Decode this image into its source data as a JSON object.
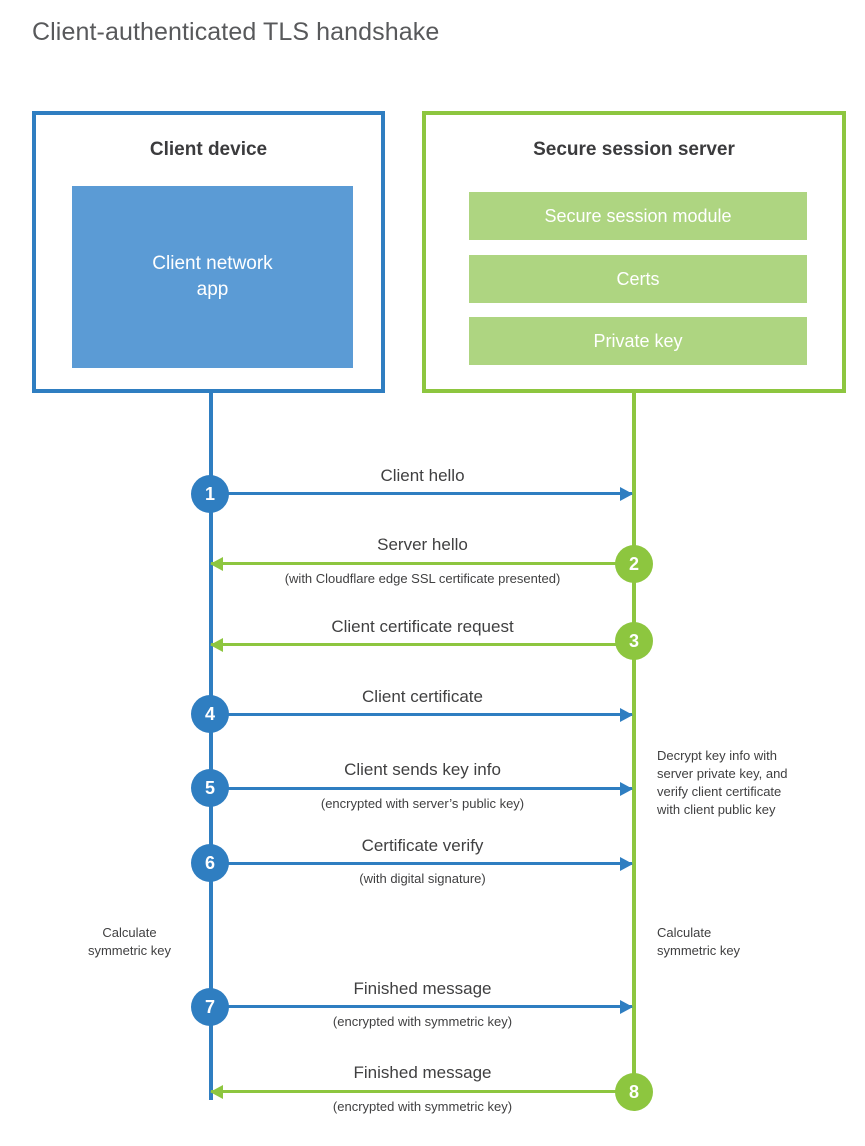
{
  "diagram": {
    "title": "Client-authenticated TLS handshake",
    "colors": {
      "client_blue": "#2f7ec1",
      "client_app_fill": "#5b9bd5",
      "server_green": "#8dc63f",
      "server_bar_fill": "#aed581",
      "text": "#404041",
      "title_text": "#58595b"
    },
    "actors": {
      "client": {
        "title": "Client device",
        "component": "Client network\napp"
      },
      "server": {
        "title": "Secure session server",
        "components": [
          "Secure session module",
          "Certs",
          "Private key"
        ]
      }
    },
    "steps": [
      {
        "number": "1",
        "side": "client",
        "direction": "right",
        "label": "Client hello",
        "sublabel": ""
      },
      {
        "number": "2",
        "side": "server",
        "direction": "left",
        "label": "Server hello",
        "sublabel": "(with Cloudflare edge SSL certificate presented)"
      },
      {
        "number": "3",
        "side": "server",
        "direction": "left",
        "label": "Client certificate request",
        "sublabel": ""
      },
      {
        "number": "4",
        "side": "client",
        "direction": "right",
        "label": "Client certificate",
        "sublabel": ""
      },
      {
        "number": "5",
        "side": "client",
        "direction": "right",
        "label": "Client sends key info",
        "sublabel": "(encrypted with server’s public key)"
      },
      {
        "number": "6",
        "side": "client",
        "direction": "right",
        "label": "Certificate verify",
        "sublabel": "(with digital signature)"
      },
      {
        "number": "7",
        "side": "client",
        "direction": "right",
        "label": "Finished message",
        "sublabel": "(encrypted with symmetric key)"
      },
      {
        "number": "8",
        "side": "server",
        "direction": "left",
        "label": "Finished message",
        "sublabel": "(encrypted with symmetric key)"
      }
    ],
    "annotations": {
      "server_decrypt": "Decrypt key info with\nserver private key, and\nverify client certificate\nwith client public key",
      "client_calculate": "Calculate\nsymmetric key",
      "server_calculate": "Calculate\nsymmetric key"
    }
  }
}
